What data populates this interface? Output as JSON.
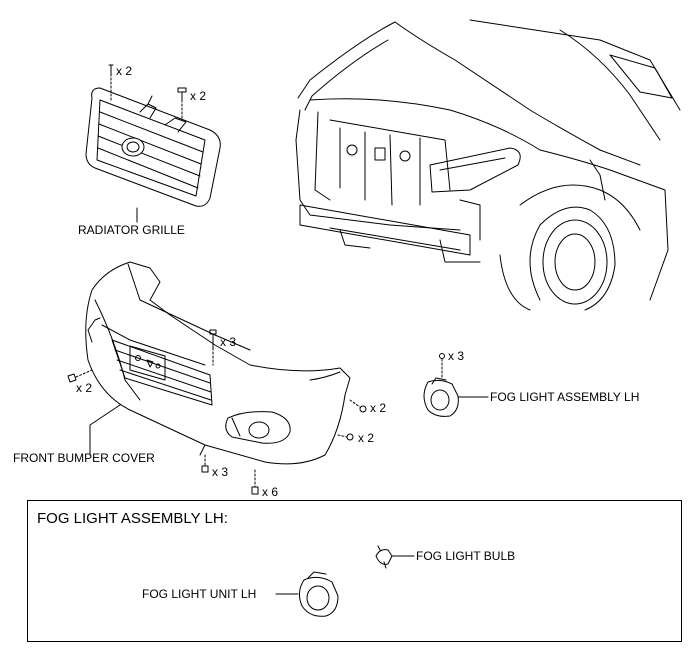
{
  "labels": {
    "radiator_grille": "RADIATOR GRILLE",
    "front_bumper_cover": "FRONT BUMPER COVER",
    "fog_light_assembly_lh": "FOG LIGHT ASSEMBLY LH",
    "fog_light_bulb": "FOG LIGHT BULB",
    "fog_light_unit_lh": "FOG LIGHT UNIT LH"
  },
  "quantities": {
    "grille_screw": "x 2",
    "grille_clip": "x 2",
    "bumper_top_screw": "x 3",
    "bumper_left_screw": "x 2",
    "bumper_right_upper_screw": "x 2",
    "bumper_right_lower_screw": "x 2",
    "bumper_bottom_screw": "x 3",
    "bumper_bottom_bolt": "x 6",
    "fog_light_screw": "x 3"
  },
  "detail_box": {
    "title": "FOG LIGHT ASSEMBLY LH:"
  }
}
